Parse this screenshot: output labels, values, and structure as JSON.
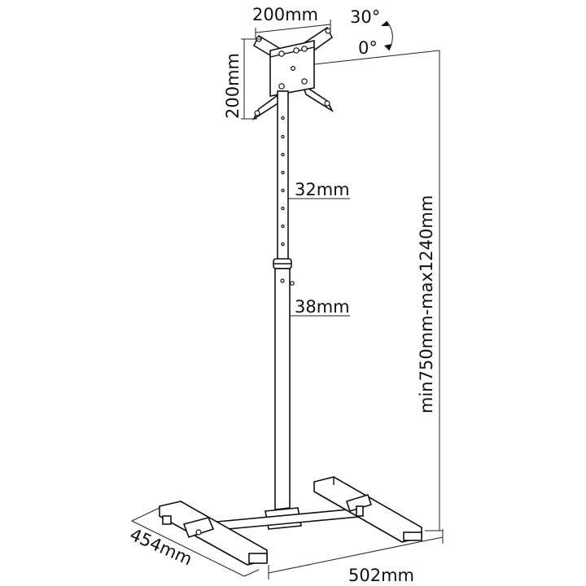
{
  "labels": {
    "plate_width": "200mm",
    "plate_height": "200mm",
    "tilt_max": "30°",
    "tilt_min": "0°",
    "upper_tube": "32mm",
    "lower_tube": "38mm",
    "height_range": "min750mm-max1240mm",
    "base_depth": "454mm",
    "base_width": "502mm"
  },
  "colors": {
    "line": "#111111",
    "background": "#ffffff"
  }
}
